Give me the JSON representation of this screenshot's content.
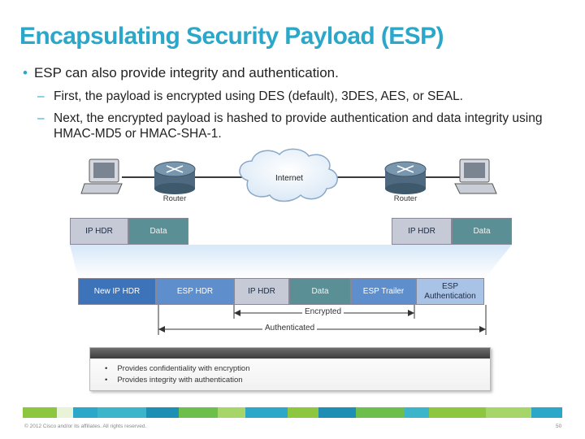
{
  "slide": {
    "title": "Encapsulating Security Payload (ESP)",
    "bullet": "ESP can also provide integrity and authentication.",
    "sub_bullets": [
      "First, the payload is encrypted using DES (default), 3DES, AES, or SEAL.",
      "Next, the encrypted payload is hashed to provide authentication and data integrity using HMAC-MD5 or HMAC-SHA-1."
    ]
  },
  "diagram": {
    "internet_label": "Internet",
    "router_left_label": "Router",
    "router_right_label": "Router",
    "original_packet": [
      "IP HDR",
      "Data"
    ],
    "esp_packet": [
      "New IP HDR",
      "ESP HDR",
      "IP HDR",
      "Data",
      "ESP Trailer",
      "ESP Authentication"
    ],
    "encrypted_label": "Encrypted",
    "authenticated_label": "Authenticated"
  },
  "info_box": {
    "lines": [
      "Provides confidentiality with encryption",
      "Provides integrity with authentication"
    ]
  },
  "footer": {
    "copyright": "© 2012 Cisco and/or its affiliates. All rights reserved.",
    "page_number": "50"
  },
  "colors": {
    "title": "#2aa7c9",
    "footer_bar": [
      "#8dc63f",
      "#2aa7c9",
      "#6cbf4a",
      "#1d8fb5",
      "#a6d56a",
      "#3cb4c9"
    ]
  }
}
